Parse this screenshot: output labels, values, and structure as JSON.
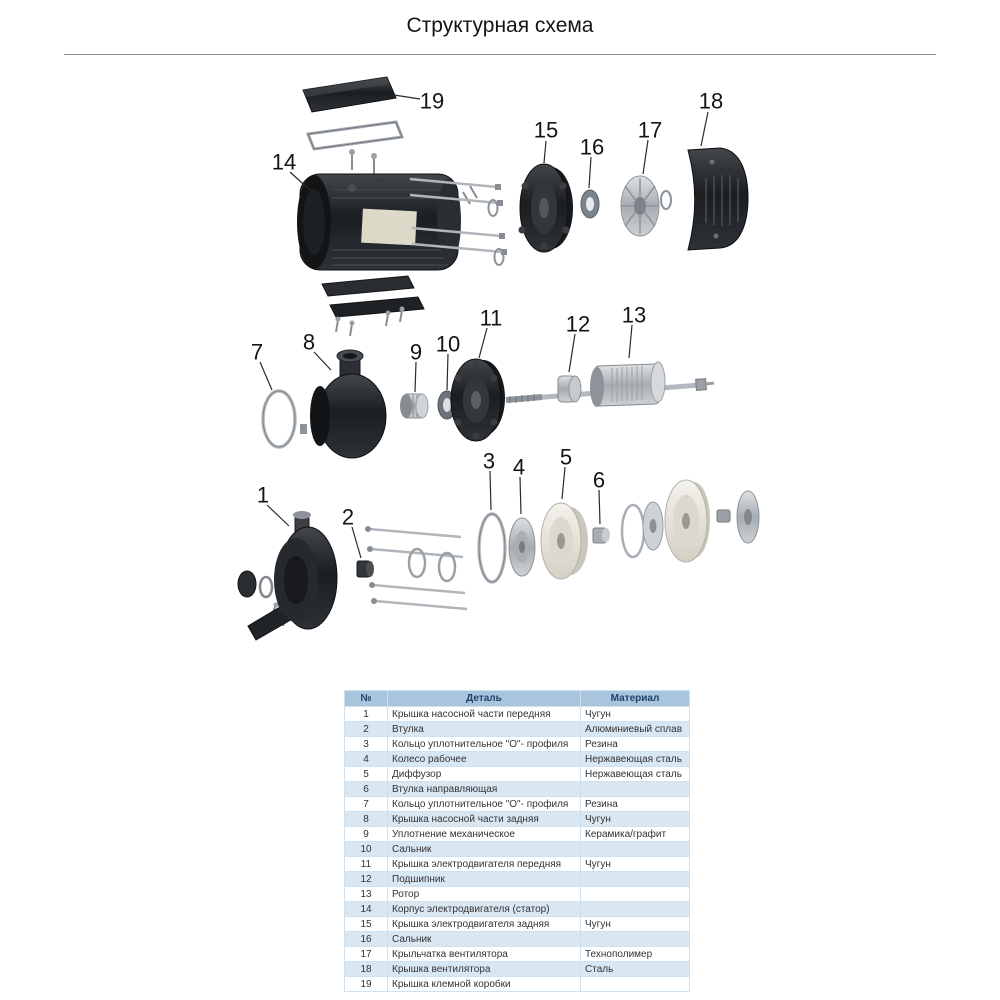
{
  "title": "Структурная схема",
  "callouts": [
    "1",
    "2",
    "3",
    "4",
    "5",
    "6",
    "7",
    "8",
    "9",
    "10",
    "11",
    "12",
    "13",
    "14",
    "15",
    "16",
    "17",
    "18",
    "19"
  ],
  "table": {
    "headers": {
      "num": "№",
      "part": "Деталь",
      "material": "Материал"
    },
    "rows": [
      {
        "num": "1",
        "part": "Крышка насосной части передняя",
        "material": "Чугун"
      },
      {
        "num": "2",
        "part": "Втулка",
        "material": "Алюминиевый сплав"
      },
      {
        "num": "3",
        "part": "Кольцо уплотнительное \"О\"- профиля",
        "material": "Резина"
      },
      {
        "num": "4",
        "part": "Колесо рабочее",
        "material": "Нержавеющая сталь"
      },
      {
        "num": "5",
        "part": "Диффузор",
        "material": "Нержавеющая сталь"
      },
      {
        "num": "6",
        "part": "Втулка направляющая",
        "material": ""
      },
      {
        "num": "7",
        "part": "Кольцо уплотнительное \"О\"- профиля",
        "material": "Резина"
      },
      {
        "num": "8",
        "part": "Крышка насосной части задняя",
        "material": "Чугун"
      },
      {
        "num": "9",
        "part": "Уплотнение механическое",
        "material": "Керамика/графит"
      },
      {
        "num": "10",
        "part": "Сальник",
        "material": ""
      },
      {
        "num": "11",
        "part": "Крышка электродвигателя передняя",
        "material": "Чугун"
      },
      {
        "num": "12",
        "part": "Подшипник",
        "material": ""
      },
      {
        "num": "13",
        "part": "Ротор",
        "material": ""
      },
      {
        "num": "14",
        "part": "Корпус электродвигателя (статор)",
        "material": ""
      },
      {
        "num": "15",
        "part": "Крышка электродвигателя задняя",
        "material": "Чугун"
      },
      {
        "num": "16",
        "part": "Сальник",
        "material": ""
      },
      {
        "num": "17",
        "part": "Крыльчатка вентилятора",
        "material": "Технополимер"
      },
      {
        "num": "18",
        "part": "Крышка вентилятора",
        "material": "Сталь"
      },
      {
        "num": "19",
        "part": "Крышка клемной коробки",
        "material": ""
      }
    ]
  }
}
